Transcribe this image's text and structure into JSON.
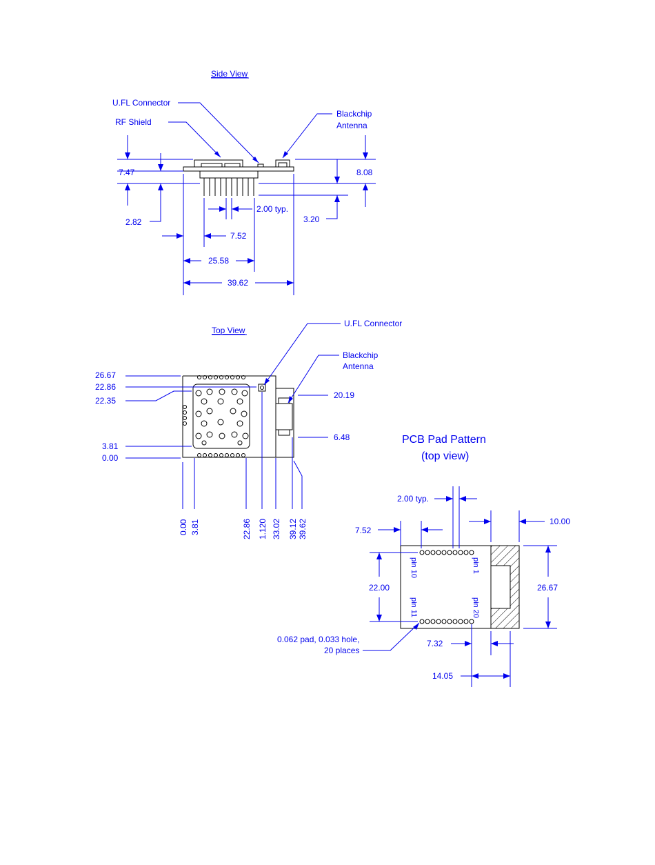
{
  "side_view": {
    "title": "Side View",
    "callouts": {
      "ufl_connector": "U.FL Connector",
      "rf_shield": "RF Shield",
      "blackchip_line1": "Blackchip",
      "blackchip_line2": "Antenna"
    },
    "dims": {
      "d747": "7.47",
      "d808": "8.08",
      "d200typ": "2.00 typ.",
      "d282": "2.82",
      "d320": "3.20",
      "d752": "7.52",
      "d2558": "25.58",
      "d3962": "39.62"
    }
  },
  "top_view": {
    "title": "Top View",
    "callouts": {
      "ufl_connector": "U.FL Connector",
      "blackchip_line1": "Blackchip",
      "blackchip_line2": "Antenna"
    },
    "y_dims": {
      "y2667": "26.67",
      "y2286": "22.86",
      "y2235": "22.35",
      "y381": "3.81",
      "y000": "0.00",
      "y2019": "20.19",
      "y648": "6.48"
    },
    "x_dims": [
      "0.00",
      "3.81",
      "22.86",
      "1.120",
      "33.02",
      "39.12",
      "39.62"
    ]
  },
  "pcb_pattern": {
    "title_line1": "PCB Pad Pattern",
    "title_line2": "(top view)",
    "dims": {
      "d200typ": "2.00 typ.",
      "d752": "7.52",
      "d1000": "10.00",
      "d2200": "22.00",
      "d2667": "26.67",
      "d732": "7.32",
      "d1405": "14.05"
    },
    "pin_labels": {
      "pin1": "pin 1",
      "pin10": "pin 10",
      "pin11": "pin 11",
      "pin20": "pin 20"
    },
    "note_line1": "0.062 pad, 0.033 hole,",
    "note_line2": "20 places"
  }
}
